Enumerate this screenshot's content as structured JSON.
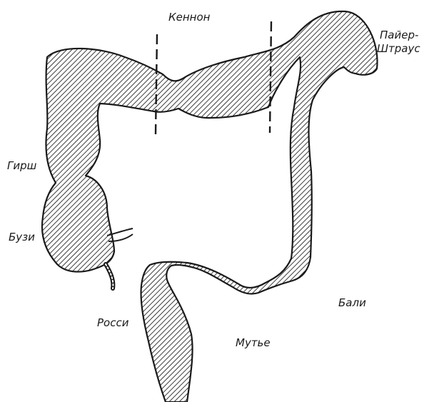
{
  "labels": {
    "cannon": "Кеннон",
    "payr_line1": "Пайер-",
    "payr_line2": "Штраус",
    "hirsch": "Гирш",
    "busi": "Бузи",
    "rossi": "Росси",
    "mutye": "Мутье",
    "bali": "Бали"
  },
  "colors": {
    "outline": "#1a1a1a",
    "hatch": "#1a1a1a",
    "background": "#ffffff"
  }
}
